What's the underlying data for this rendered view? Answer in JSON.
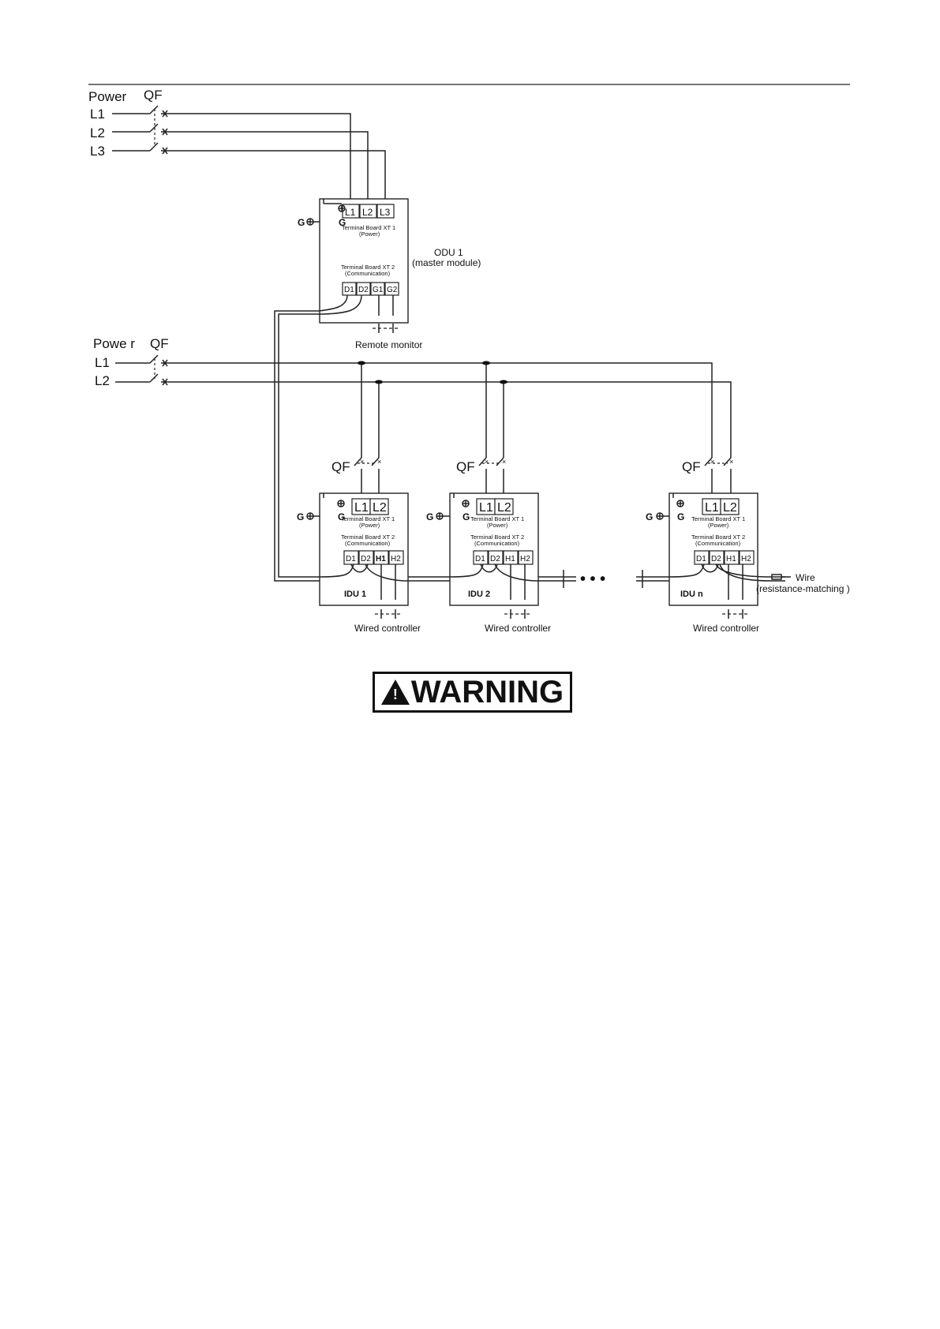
{
  "main_power": {
    "label": "Power",
    "breaker": "QF",
    "lines": [
      "L1",
      "L2",
      "L3"
    ]
  },
  "odu": {
    "power_terminals": [
      "L1",
      "L2",
      "L3"
    ],
    "power_board": "Terminal Board XT 1",
    "power_caption": "(Power)",
    "comm_board": "Terminal Board XT 2",
    "comm_caption": "(Communication)",
    "comm_terminals": [
      "D1",
      "D2",
      "G1",
      "G2"
    ],
    "name": "ODU 1",
    "role": "(master module)",
    "monitor_label": "Remote monitor",
    "ground_labels": [
      "G",
      "G"
    ]
  },
  "idu_power": {
    "label": "Powe r",
    "breaker": "QF",
    "lines": [
      "L1",
      "L2"
    ]
  },
  "idus": [
    {
      "name": "IDU 1",
      "breaker": "QF",
      "power_terminals": [
        "L1",
        "L2"
      ],
      "power_board": "Terminal Board XT 1",
      "power_caption": "(Power)",
      "comm_board": "Terminal Board XT 2",
      "comm_caption": "(Communication)",
      "comm_terminals": [
        "D1",
        "D2",
        "H1",
        "H2"
      ],
      "controller": "Wired controller",
      "ground_labels": [
        "G",
        "G"
      ]
    },
    {
      "name": "IDU 2",
      "breaker": "QF",
      "power_terminals": [
        "L1",
        "L2"
      ],
      "power_board": "Terminal Board XT 1",
      "power_caption": "(Power)",
      "comm_board": "Terminal Board XT 2",
      "comm_caption": "(Communication)",
      "comm_terminals": [
        "D1",
        "D2",
        "H1",
        "H2"
      ],
      "controller": "Wired controller",
      "ground_labels": [
        "G",
        "G"
      ]
    },
    {
      "name": "IDU n",
      "breaker": "QF",
      "power_terminals": [
        "L1",
        "L2"
      ],
      "power_board": "Terminal Board XT 1",
      "power_caption": "(Power)",
      "comm_board": "Terminal Board XT 2",
      "comm_caption": "(Communication)",
      "comm_terminals": [
        "D1",
        "D2",
        "H1",
        "H2"
      ],
      "controller": "Wired controller",
      "ground_labels": [
        "G",
        "G"
      ]
    }
  ],
  "ellipsis": "• • •",
  "terminator": {
    "label": "Wire",
    "caption": "(resistance-matching  )"
  },
  "warning": {
    "text": "WARNING",
    "symbol": "!"
  }
}
